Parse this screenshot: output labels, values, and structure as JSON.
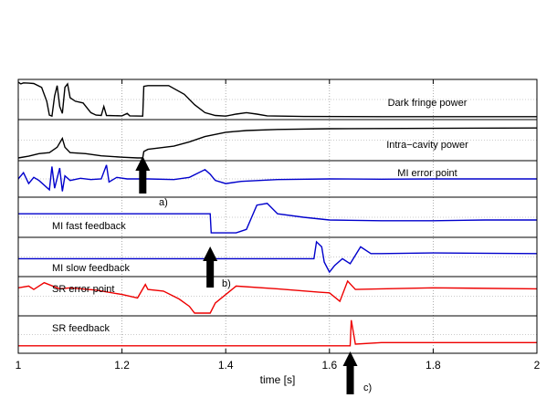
{
  "chart_data": {
    "type": "line",
    "xlabel": "time [s]",
    "xlim": [
      1,
      2
    ],
    "xticks": [
      1,
      1.2,
      1.4,
      1.6,
      1.8,
      2
    ],
    "xtick_labels": [
      "1",
      "1.2",
      "1.4",
      "1.6",
      "1.8",
      "2"
    ],
    "grid": true,
    "panels": [
      {
        "label": "Dark fringe power",
        "color": "#000000",
        "points": [
          [
            1.0,
            1.0
          ],
          [
            1.005,
            0.95
          ],
          [
            1.01,
            0.98
          ],
          [
            1.02,
            0.97
          ],
          [
            1.03,
            0.96
          ],
          [
            1.045,
            0.85
          ],
          [
            1.055,
            0.45
          ],
          [
            1.06,
            0.05
          ],
          [
            1.065,
            0.02
          ],
          [
            1.07,
            0.6
          ],
          [
            1.075,
            0.9
          ],
          [
            1.08,
            0.3
          ],
          [
            1.085,
            0.1
          ],
          [
            1.09,
            0.85
          ],
          [
            1.095,
            0.95
          ],
          [
            1.1,
            0.55
          ],
          [
            1.11,
            0.45
          ],
          [
            1.125,
            0.4
          ],
          [
            1.14,
            0.12
          ],
          [
            1.15,
            0.05
          ],
          [
            1.16,
            0.04
          ],
          [
            1.165,
            0.3
          ],
          [
            1.17,
            0.04
          ],
          [
            1.2,
            0.03
          ],
          [
            1.21,
            0.1
          ],
          [
            1.215,
            0.03
          ],
          [
            1.24,
            0.02
          ],
          [
            1.242,
            0.88
          ],
          [
            1.25,
            0.9
          ],
          [
            1.29,
            0.9
          ],
          [
            1.32,
            0.65
          ],
          [
            1.34,
            0.35
          ],
          [
            1.36,
            0.12
          ],
          [
            1.38,
            0.04
          ],
          [
            1.4,
            0.02
          ],
          [
            1.42,
            0.08
          ],
          [
            1.44,
            0.12
          ],
          [
            1.46,
            0.08
          ],
          [
            1.48,
            0.03
          ],
          [
            1.55,
            0.01
          ],
          [
            1.7,
            0.005
          ],
          [
            2.0,
            0.005
          ]
        ]
      },
      {
        "label": "Intra−cavity power",
        "color": "#000000",
        "points": [
          [
            1.0,
            0.0
          ],
          [
            1.02,
            0.05
          ],
          [
            1.04,
            0.12
          ],
          [
            1.06,
            0.15
          ],
          [
            1.075,
            0.3
          ],
          [
            1.085,
            0.55
          ],
          [
            1.09,
            0.3
          ],
          [
            1.1,
            0.15
          ],
          [
            1.13,
            0.12
          ],
          [
            1.16,
            0.06
          ],
          [
            1.2,
            0.02
          ],
          [
            1.23,
            0.0
          ],
          [
            1.24,
            0.0
          ],
          [
            1.242,
            0.18
          ],
          [
            1.25,
            0.24
          ],
          [
            1.3,
            0.33
          ],
          [
            1.33,
            0.45
          ],
          [
            1.36,
            0.6
          ],
          [
            1.4,
            0.72
          ],
          [
            1.44,
            0.77
          ],
          [
            1.5,
            0.8
          ],
          [
            1.6,
            0.82
          ],
          [
            1.8,
            0.83
          ],
          [
            2.0,
            0.84
          ]
        ]
      },
      {
        "label": "MI error point",
        "color": "#0000cc",
        "points": [
          [
            1.0,
            0.5
          ],
          [
            1.01,
            0.7
          ],
          [
            1.02,
            0.35
          ],
          [
            1.03,
            0.55
          ],
          [
            1.04,
            0.45
          ],
          [
            1.06,
            0.15
          ],
          [
            1.065,
            0.9
          ],
          [
            1.07,
            0.2
          ],
          [
            1.08,
            0.85
          ],
          [
            1.085,
            0.1
          ],
          [
            1.09,
            0.6
          ],
          [
            1.1,
            0.45
          ],
          [
            1.12,
            0.52
          ],
          [
            1.14,
            0.48
          ],
          [
            1.16,
            0.5
          ],
          [
            1.17,
            0.95
          ],
          [
            1.175,
            0.4
          ],
          [
            1.19,
            0.55
          ],
          [
            1.21,
            0.5
          ],
          [
            1.23,
            0.5
          ],
          [
            1.25,
            0.5
          ],
          [
            1.3,
            0.48
          ],
          [
            1.33,
            0.55
          ],
          [
            1.36,
            0.8
          ],
          [
            1.37,
            0.65
          ],
          [
            1.38,
            0.45
          ],
          [
            1.4,
            0.35
          ],
          [
            1.43,
            0.42
          ],
          [
            1.5,
            0.48
          ],
          [
            1.6,
            0.5
          ],
          [
            1.7,
            0.49
          ],
          [
            1.8,
            0.5
          ],
          [
            2.0,
            0.5
          ]
        ]
      },
      {
        "label": "MI fast feedback",
        "color": "#0000cc",
        "points": [
          [
            1.0,
            0.6
          ],
          [
            1.37,
            0.6
          ],
          [
            1.372,
            0.05
          ],
          [
            1.42,
            0.05
          ],
          [
            1.44,
            0.15
          ],
          [
            1.46,
            0.85
          ],
          [
            1.48,
            0.9
          ],
          [
            1.5,
            0.6
          ],
          [
            1.55,
            0.5
          ],
          [
            1.6,
            0.42
          ],
          [
            1.7,
            0.4
          ],
          [
            1.8,
            0.4
          ],
          [
            1.9,
            0.42
          ],
          [
            2.0,
            0.42
          ]
        ]
      },
      {
        "label": "MI slow feedback",
        "color": "#0000cc",
        "points": [
          [
            1.0,
            0.45
          ],
          [
            1.57,
            0.45
          ],
          [
            1.575,
            0.95
          ],
          [
            1.585,
            0.8
          ],
          [
            1.59,
            0.35
          ],
          [
            1.6,
            0.05
          ],
          [
            1.61,
            0.25
          ],
          [
            1.625,
            0.45
          ],
          [
            1.64,
            0.3
          ],
          [
            1.66,
            0.8
          ],
          [
            1.68,
            0.6
          ],
          [
            1.7,
            0.6
          ],
          [
            1.8,
            0.62
          ],
          [
            2.0,
            0.6
          ]
        ]
      },
      {
        "label": "SR error point",
        "color": "#ee0000",
        "points": [
          [
            1.0,
            0.75
          ],
          [
            1.02,
            0.8
          ],
          [
            1.03,
            0.7
          ],
          [
            1.05,
            0.9
          ],
          [
            1.08,
            0.72
          ],
          [
            1.1,
            0.75
          ],
          [
            1.15,
            0.68
          ],
          [
            1.2,
            0.55
          ],
          [
            1.23,
            0.45
          ],
          [
            1.245,
            0.85
          ],
          [
            1.25,
            0.7
          ],
          [
            1.28,
            0.65
          ],
          [
            1.31,
            0.42
          ],
          [
            1.33,
            0.2
          ],
          [
            1.34,
            0.0
          ],
          [
            1.37,
            0.0
          ],
          [
            1.38,
            0.3
          ],
          [
            1.42,
            0.8
          ],
          [
            1.5,
            0.72
          ],
          [
            1.58,
            0.62
          ],
          [
            1.6,
            0.6
          ],
          [
            1.62,
            0.35
          ],
          [
            1.635,
            0.95
          ],
          [
            1.65,
            0.7
          ],
          [
            1.7,
            0.72
          ],
          [
            1.8,
            0.75
          ],
          [
            2.0,
            0.72
          ]
        ]
      },
      {
        "label": "SR feedback",
        "color": "#ee0000",
        "points": [
          [
            1.0,
            0.15
          ],
          [
            1.64,
            0.15
          ],
          [
            1.642,
            0.95
          ],
          [
            1.65,
            0.2
          ],
          [
            1.7,
            0.25
          ],
          [
            1.8,
            0.25
          ],
          [
            2.0,
            0.25
          ]
        ]
      }
    ],
    "annotations": [
      {
        "text": "a)",
        "x": 1.24
      },
      {
        "text": "b)",
        "x": 1.37
      },
      {
        "text": "c)",
        "x": 1.64
      }
    ]
  }
}
